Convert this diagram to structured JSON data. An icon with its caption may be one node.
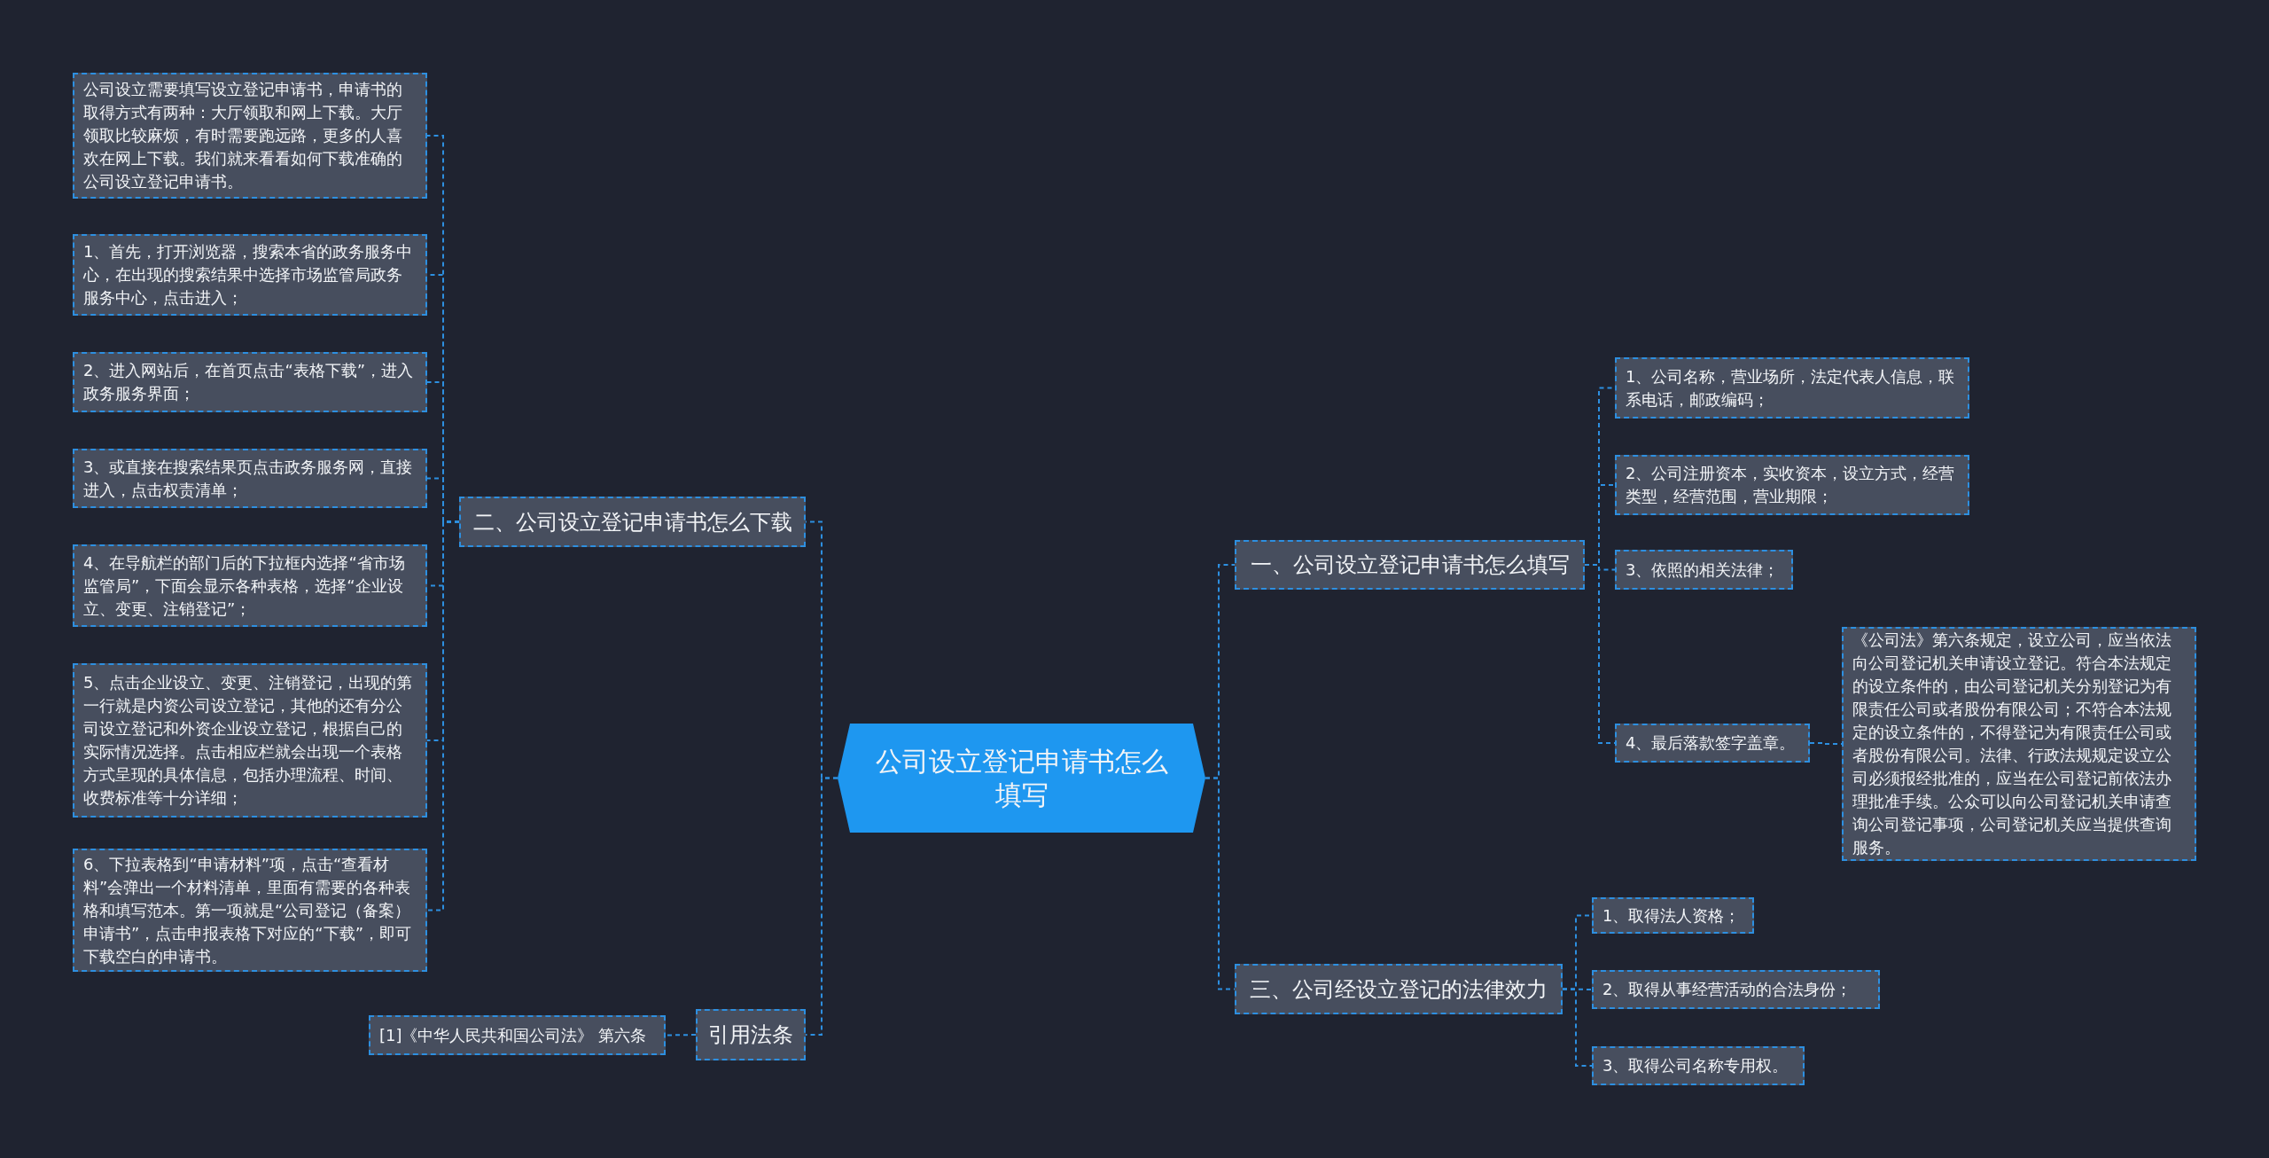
{
  "diagram": {
    "nodes": [
      {
        "text": [
          "公司设立登记申请书怎么填写"
        ]
      },
      {
        "text": [
          "一、公司设立登记申请书怎么填写"
        ]
      },
      {
        "text": [
          "1、公司名称，营业场所，法定代表人信息，联系电话，邮政编码；"
        ]
      },
      {
        "text": [
          "2、公司注册资本，实收资本，设立方式，经营类型，经营范围，营业期限；"
        ]
      },
      {
        "text": [
          "3、依照的相关法律；"
        ]
      },
      {
        "text": [
          "4、最后落款签字盖章。"
        ]
      },
      {
        "text": [
          "《公司法》第六条规定，设立公司，应当依法向公司登记机关申请设立登记。符合本法规定的设立条件的，由公司登记机关分别登记为有限责任公司或者股份有限公司；不符合本法规定的设立条件的，不得登记为有限责任公司或者股份有限公司。法律、行政法规规定设立公司必须报经批准的，应当在公司登记前依法办理批准手续。公众可以向公司登记机关申请查询公司登记事项，公司登记机关应当提供查询服务。"
        ]
      },
      {
        "text": [
          "三、公司经设立登记的法律效力"
        ]
      },
      {
        "text": [
          "1、取得法人资格；"
        ]
      },
      {
        "text": [
          "2、取得从事经营活动的合法身份；"
        ]
      },
      {
        "text": [
          "3、取得公司名称专用权。"
        ]
      },
      {
        "text": [
          "二、公司设立登记申请书怎么下载"
        ]
      },
      {
        "text": [
          "公司设立需要填写设立登记申请书，申请书的取得方式有两种：大厅领取和网上下载。大厅领取比较麻烦，有时需要跑远路，更多的人喜欢在网上下载。我们就来看看如何下载准确的公司设立登记申请书。"
        ]
      },
      {
        "text": [
          "1、首先，打开浏览器，搜索本省的政务服务中心，在出现的搜索结果中选择市场监管局政务服务中心，点击进入；"
        ]
      },
      {
        "text": [
          "2、进入网站后，在首页点击“表格下载”，进入政务服务界面；"
        ]
      },
      {
        "text": [
          "3、或直接在搜索结果页点击政务服务网，直接进入，点击权责清单；"
        ]
      },
      {
        "text": [
          "4、在导航栏的部门后的下拉框内选择“省市场监管局”，下面会显示各种表格，选择“企业设立、变更、注销登记”；"
        ]
      },
      {
        "text": [
          "5、点击企业设立、变更、注销登记，出现的第一行就是内资公司设立登记，其他的还有分公司设立登记和外资企业设立登记，根据自己的实际情况选择。点击相应栏就会出现一个表格方式呈现的具体信息，包括办理流程、时间、收费标准等十分详细；"
        ]
      },
      {
        "text": [
          "6、下拉表格到“申请材料”项，点击“查看材料”会弹出一个材料清单，里面有需要的各种表格和填写范本。第一项就是“公司登记（备案）申请书”，点击申报表格下对应的“下载”，即可下载空白的申请书。"
        ]
      },
      {
        "text": [
          "引用法条"
        ]
      },
      {
        "text": [
          "[1]《中华人民共和国公司法》 第六条"
        ]
      }
    ],
    "edges": [
      {
        "from": 0,
        "to": 1,
        "arrow": "none"
      },
      {
        "from": 1,
        "to": 2,
        "arrow": "none"
      },
      {
        "from": 1,
        "to": 3,
        "arrow": "none"
      },
      {
        "from": 1,
        "to": 4,
        "arrow": "none"
      },
      {
        "from": 1,
        "to": 5,
        "arrow": "none"
      },
      {
        "from": 5,
        "to": 6,
        "arrow": "none"
      },
      {
        "from": 0,
        "to": 7,
        "arrow": "none"
      },
      {
        "from": 7,
        "to": 8,
        "arrow": "none"
      },
      {
        "from": 7,
        "to": 9,
        "arrow": "none"
      },
      {
        "from": 7,
        "to": 10,
        "arrow": "none"
      },
      {
        "from": 0,
        "to": 11,
        "arrow": "none"
      },
      {
        "from": 11,
        "to": 12,
        "arrow": "none"
      },
      {
        "from": 11,
        "to": 13,
        "arrow": "none"
      },
      {
        "from": 11,
        "to": 14,
        "arrow": "none"
      },
      {
        "from": 11,
        "to": 15,
        "arrow": "none"
      },
      {
        "from": 11,
        "to": 16,
        "arrow": "none"
      },
      {
        "from": 11,
        "to": 17,
        "arrow": "none"
      },
      {
        "from": 11,
        "to": 18,
        "arrow": "none"
      },
      {
        "from": 0,
        "to": 19,
        "arrow": "none"
      },
      {
        "from": 19,
        "to": 20,
        "arrow": "none"
      }
    ]
  }
}
